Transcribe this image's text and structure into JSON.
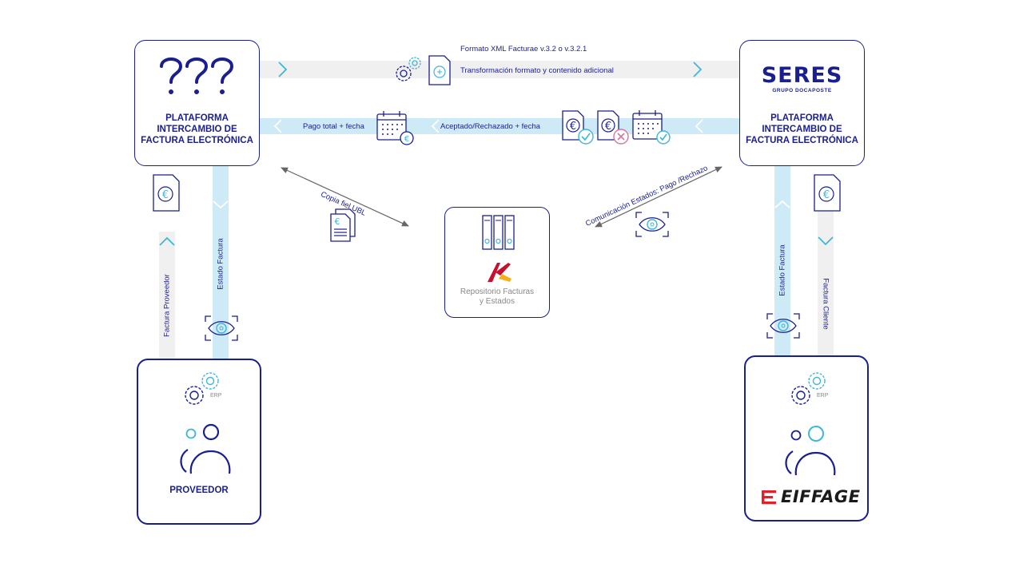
{
  "colors": {
    "navy": "#1a1f8f",
    "cyan": "#3fb6dc",
    "band_gray": "#f0f0f0",
    "band_blue": "#cfeaf7",
    "eiffage_red": "#e4202a",
    "aeat_red": "#c8102e",
    "aeat_yellow": "#f3b21b"
  },
  "platform_left": {
    "title": "PLATAFORMA\nINTERCAMBIO DE\nFACTURA ELECTRÓNICA",
    "logo_icon": "question-marks-icon"
  },
  "platform_right": {
    "title": "PLATAFORMA\nINTERCAMBIO DE\nFACTURA ELECTRÓNICA",
    "logo_name": "SERES",
    "logo_subtitle": "GRUPO DOCAPOSTE"
  },
  "top_flow": {
    "format_label": "Formato XML Facturae v.3.2 o v.3.2.1",
    "transform_label": "Transformación formato y contenido adicional"
  },
  "middle_flow": {
    "payment_label": "Pago total + fecha",
    "accepted_label": "Aceptado/Rechazado + fecha"
  },
  "diag_left": {
    "label": "Copia fiel UBL"
  },
  "diag_right": {
    "label": "Comunicación Estados: Pago /Rechazo"
  },
  "repository": {
    "label": "Repositorio Facturas\ny Estados"
  },
  "left_verticals": {
    "invoice_label": "Factura Proveedor",
    "status_label": "Estado Factura"
  },
  "right_verticals": {
    "status_label": "Estado Factura",
    "invoice_label": "Factura Cliente"
  },
  "supplier": {
    "erp_label": "ERP",
    "name": "PROVEEDOR"
  },
  "client": {
    "erp_label": "ERP",
    "brand": "EIFFAGE"
  }
}
